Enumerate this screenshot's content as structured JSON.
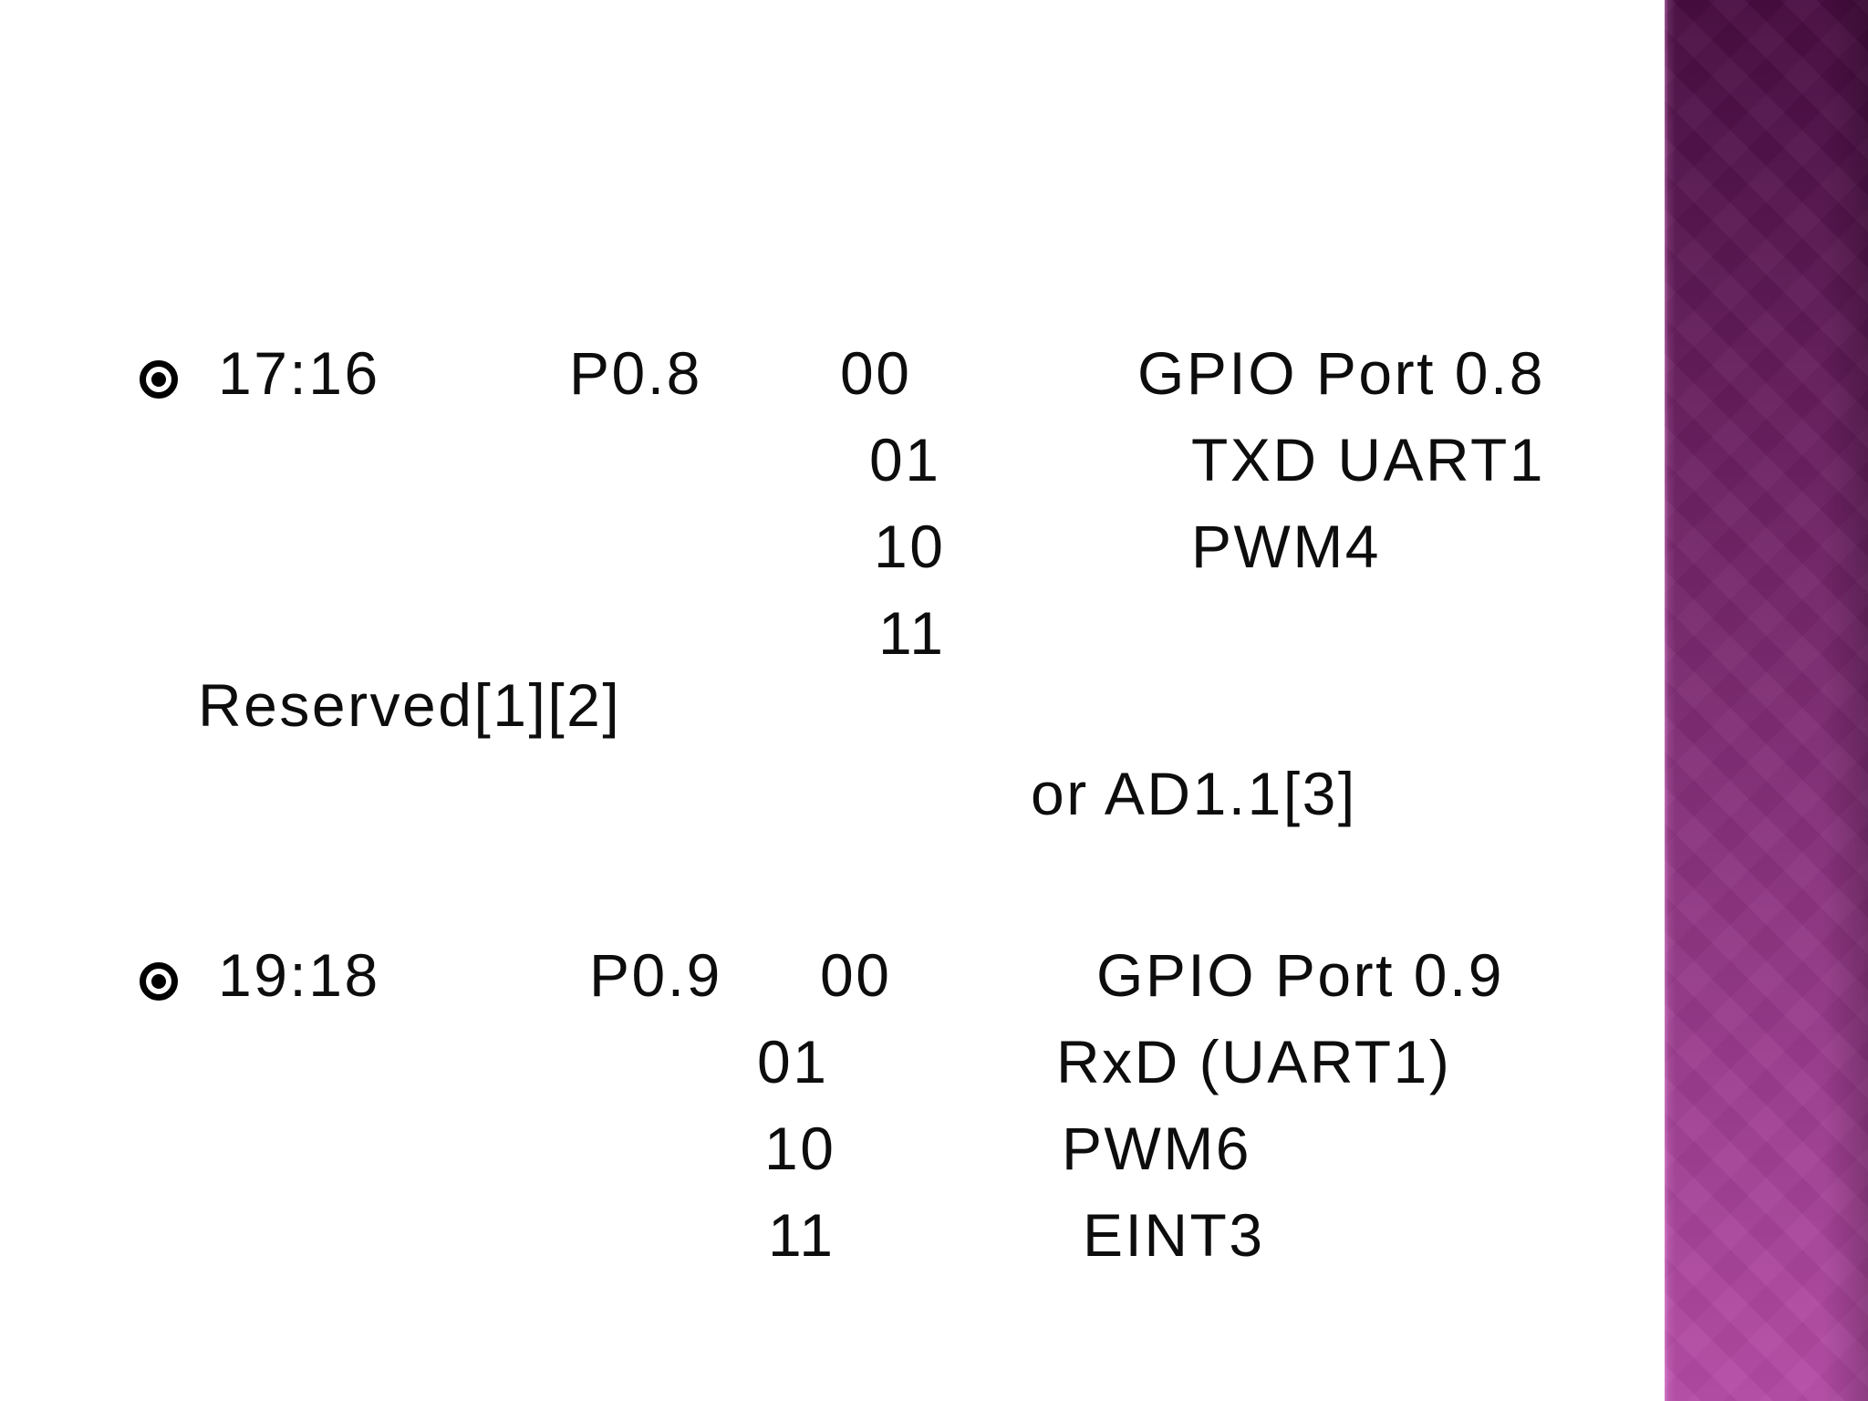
{
  "slide": {
    "block1": {
      "bits": "17:16",
      "pin": "P0.8",
      "options": [
        {
          "code": "00",
          "func": "GPIO Port 0.8"
        },
        {
          "code": "01",
          "func": "TXD UART1"
        },
        {
          "code": "10",
          "func": "PWM4"
        },
        {
          "code": "11",
          "func": ""
        }
      ],
      "overflow_line1": "Reserved[1][2]",
      "overflow_line2": "or AD1.1[3]"
    },
    "block2": {
      "bits": "19:18",
      "pin": "P0.9",
      "options": [
        {
          "code": "00",
          "func": "GPIO Port 0.9"
        },
        {
          "code": "01",
          "func": "RxD (UART1)"
        },
        {
          "code": "10",
          "func": "PWM6"
        },
        {
          "code": "11",
          "func": "EINT3"
        }
      ]
    },
    "colors": {
      "text": "#0d0d0d",
      "accent_bar_top": "#470c40",
      "accent_bar_bottom": "#b54ba6"
    }
  }
}
